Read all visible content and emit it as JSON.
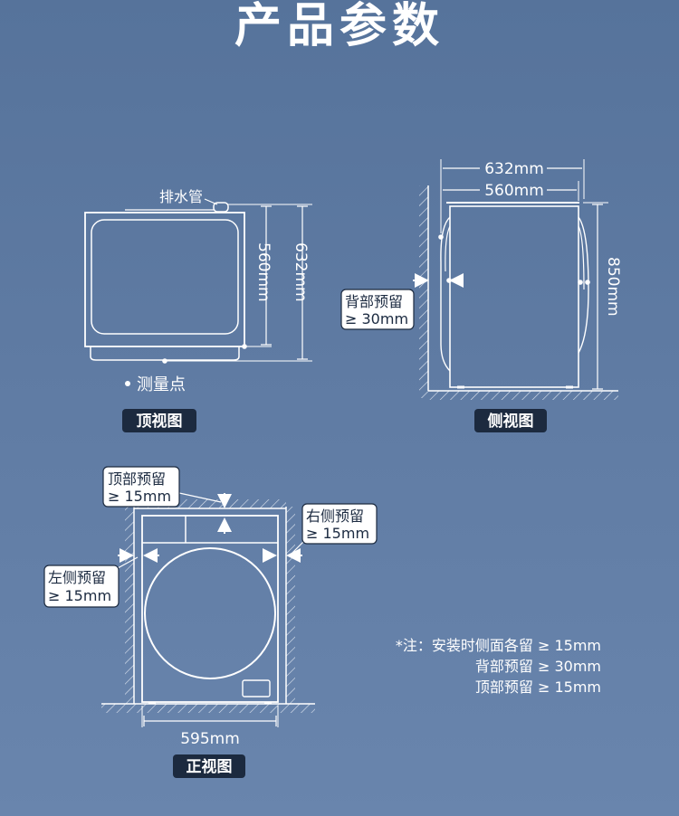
{
  "title": "产品参数",
  "top_view": {
    "drain_label": "排水管",
    "dim_depth_body": "560mm",
    "dim_depth_total": "632mm",
    "legend": "测量点",
    "tag": "顶视图"
  },
  "side_view": {
    "dim_top_total": "632mm",
    "dim_top_body": "560mm",
    "dim_height": "850mm",
    "callout_line1": "背部预留",
    "callout_line2": "≥ 30mm",
    "tag": "侧视图"
  },
  "front_view": {
    "callout_top_line1": "顶部预留",
    "callout_top_line2": "≥ 15mm",
    "callout_right_line1": "右侧预留",
    "callout_right_line2": "≥ 15mm",
    "callout_left_line1": "左侧预留",
    "callout_left_line2": "≥ 15mm",
    "dim_width": "595mm",
    "tag": "正视图"
  },
  "notes": [
    "*注：安装时侧面各留 ≥ 15mm",
    "背部预留 ≥ 30mm",
    "顶部预留 ≥ 15mm"
  ],
  "colors": {
    "background": "#5f7ba3",
    "line": "#ffffff",
    "tag_bg": "#1c2a3f",
    "callout_bg": "#ffffff"
  }
}
